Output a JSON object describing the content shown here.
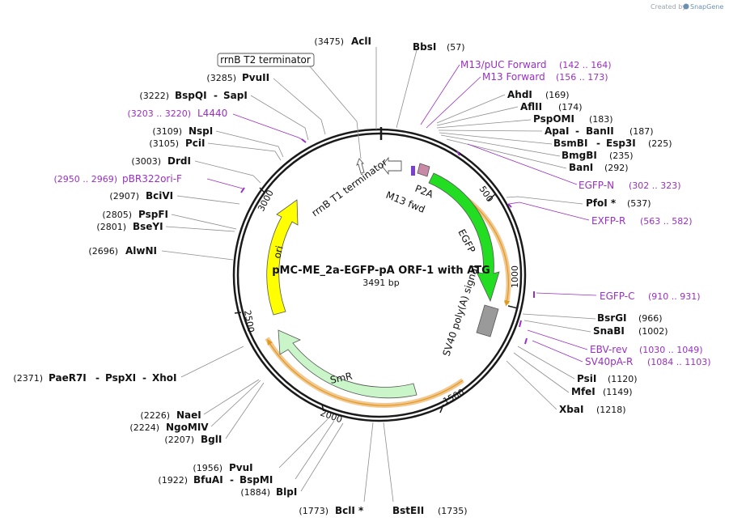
{
  "credit": {
    "prefix": "Created by",
    "brand": "SnapGene"
  },
  "plasmid": {
    "name": "pMC-ME_2a-EGFP-pA ORF-1 with ATG",
    "length_label": "3491 bp",
    "total_bp": 3491
  },
  "ticks": [
    "500",
    "1000",
    "1500",
    "2000",
    "2500",
    "3000"
  ],
  "features": [
    {
      "id": "egfp",
      "label": "EGFP",
      "color": "#22dd22"
    },
    {
      "id": "p2a",
      "label": "P2A",
      "color": "#c98aa8"
    },
    {
      "id": "sv40",
      "label": "SV40 poly(A) signal",
      "color": "#9a9a9a"
    },
    {
      "id": "smr",
      "label": "SmR",
      "color": "#c9f5c9"
    },
    {
      "id": "ori",
      "label": "ori",
      "color": "#ffff00"
    },
    {
      "id": "rrnbt1",
      "label": "rrnB T1 terminator",
      "color": "#ffffff"
    },
    {
      "id": "m13fwd",
      "label": "M13 fwd",
      "color": "#7a3fd0"
    },
    {
      "id": "rrnbt2",
      "label": "rrnB T2 terminator",
      "color": "#ffffff"
    }
  ],
  "sites": [
    {
      "id": "acli",
      "name": "AclI",
      "pos": "(3475)"
    },
    {
      "id": "bbsi",
      "name": "BbsI",
      "pos": "(57)"
    },
    {
      "id": "ahdi",
      "name": "AhdI",
      "pos": "(169)"
    },
    {
      "id": "aflii",
      "name": "AflII",
      "pos": "(174)"
    },
    {
      "id": "pspomi",
      "name": "PspOMI",
      "pos": "(183)"
    },
    {
      "id": "apai",
      "name": "ApaI",
      "alt": "BanII",
      "pos": "(187)"
    },
    {
      "id": "bsmbi",
      "name": "BsmBI",
      "alt": "Esp3I",
      "pos": "(225)"
    },
    {
      "id": "bmgbi",
      "name": "BmgBI",
      "pos": "(235)"
    },
    {
      "id": "bani",
      "name": "BanI",
      "pos": "(292)"
    },
    {
      "id": "pfoi",
      "name": "PfoI *",
      "pos": "(537)"
    },
    {
      "id": "bsrgi",
      "name": "BsrGI",
      "pos": "(966)"
    },
    {
      "id": "snabi",
      "name": "SnaBI",
      "pos": "(1002)"
    },
    {
      "id": "psii",
      "name": "PsiI",
      "pos": "(1120)"
    },
    {
      "id": "mfei",
      "name": "MfeI",
      "pos": "(1149)"
    },
    {
      "id": "xbai",
      "name": "XbaI",
      "pos": "(1218)"
    },
    {
      "id": "bsteii",
      "name": "BstEII",
      "pos": "(1735)"
    },
    {
      "id": "bcli",
      "name": "BclI *",
      "pos": "(1773)"
    },
    {
      "id": "blpi",
      "name": "BlpI",
      "pos": "(1884)"
    },
    {
      "id": "bfuai",
      "name": "BfuAI",
      "alt": "BspMI",
      "pos": "(1922)"
    },
    {
      "id": "pvui",
      "name": "PvuI",
      "pos": "(1956)"
    },
    {
      "id": "bgli",
      "name": "BglI",
      "pos": "(2207)"
    },
    {
      "id": "ngomiv",
      "name": "NgoMIV",
      "pos": "(2224)"
    },
    {
      "id": "naei",
      "name": "NaeI",
      "pos": "(2226)"
    },
    {
      "id": "paer7i",
      "name": "PaeR7I",
      "alt": "PspXI",
      "alt2": "XhoI",
      "pos": "(2371)"
    },
    {
      "id": "alwni",
      "name": "AlwNI",
      "pos": "(2696)"
    },
    {
      "id": "bseyi",
      "name": "BseYI",
      "pos": "(2801)"
    },
    {
      "id": "pspfi",
      "name": "PspFI",
      "pos": "(2805)"
    },
    {
      "id": "bcivi",
      "name": "BciVI",
      "pos": "(2907)"
    },
    {
      "id": "drdi",
      "name": "DrdI",
      "pos": "(3003)"
    },
    {
      "id": "pcii",
      "name": "PciI",
      "pos": "(3105)"
    },
    {
      "id": "nspi",
      "name": "NspI",
      "pos": "(3109)"
    },
    {
      "id": "bspqi",
      "name": "BspQI",
      "alt": "SapI",
      "pos": "(3222)"
    },
    {
      "id": "pvuii",
      "name": "PvuII",
      "pos": "(3285)"
    }
  ],
  "primers": [
    {
      "id": "m13puc",
      "name": "M13/pUC Forward",
      "range": "(142 .. 164)"
    },
    {
      "id": "m13f",
      "name": "M13 Forward",
      "range": "(156 .. 173)"
    },
    {
      "id": "egfpn",
      "name": "EGFP-N",
      "range": "(302 .. 323)"
    },
    {
      "id": "exfpr",
      "name": "EXFP-R",
      "range": "(563 .. 582)"
    },
    {
      "id": "egfpc",
      "name": "EGFP-C",
      "range": "(910 .. 931)"
    },
    {
      "id": "ebvrev",
      "name": "EBV-rev",
      "range": "(1030 .. 1049)"
    },
    {
      "id": "sv40par",
      "name": "SV40pA-R",
      "range": "(1084 .. 1103)"
    },
    {
      "id": "pbr322",
      "name": "pBR322ori-F",
      "range": "(2950 .. 2969)"
    },
    {
      "id": "l4440",
      "name": "L4440",
      "range": "(3203 .. 3220)"
    }
  ]
}
